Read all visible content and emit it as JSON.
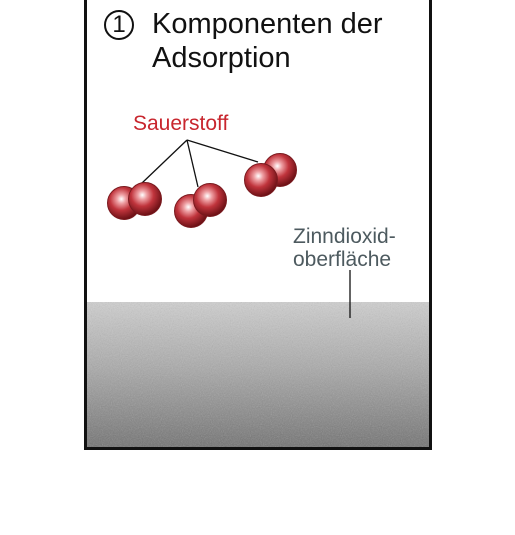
{
  "title": {
    "step_number": "1",
    "line1": "Komponenten der",
    "line2": "Adsorption"
  },
  "labels": {
    "oxygen": "Sauerstoff",
    "surface_line1": "Zinndioxid-",
    "surface_line2": "oberfläche"
  },
  "colors": {
    "oxygen_text": "#c8262e",
    "surface_text": "#4d5a5f",
    "molecule_fill": "#c0343c",
    "surface_gray": "#a9a9a9",
    "border": "#111111"
  }
}
